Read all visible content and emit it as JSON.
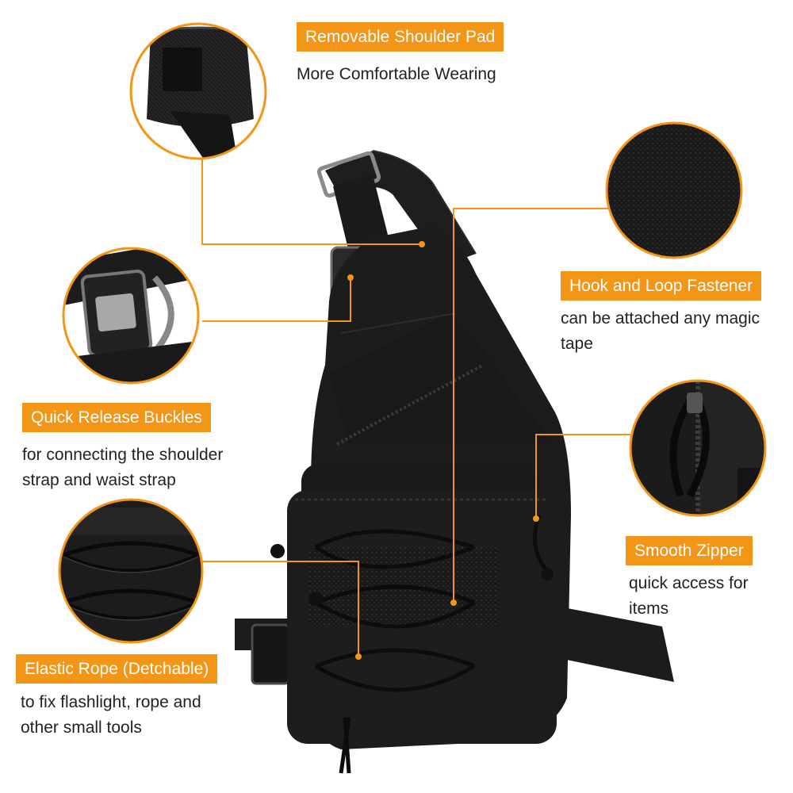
{
  "colors": {
    "accent": "#f39516",
    "bag": "#1b1b1b",
    "text": "#222222"
  },
  "features": [
    {
      "title": "Removable Shoulder Pad",
      "description": [
        "More Comfortable Wearing"
      ]
    },
    {
      "title": "Hook and Loop Fastener",
      "description": [
        "can be attached any magic",
        "tape"
      ]
    },
    {
      "title": "Quick Release Buckles",
      "description": [
        "for connecting the shoulder",
        "strap and waist strap"
      ]
    },
    {
      "title": "Smooth Zipper",
      "description": [
        "quick access for",
        "items"
      ]
    },
    {
      "title": "Elastic Rope (Detchable)",
      "description": [
        "to fix flashlight, rope and",
        "other small tools"
      ]
    }
  ]
}
